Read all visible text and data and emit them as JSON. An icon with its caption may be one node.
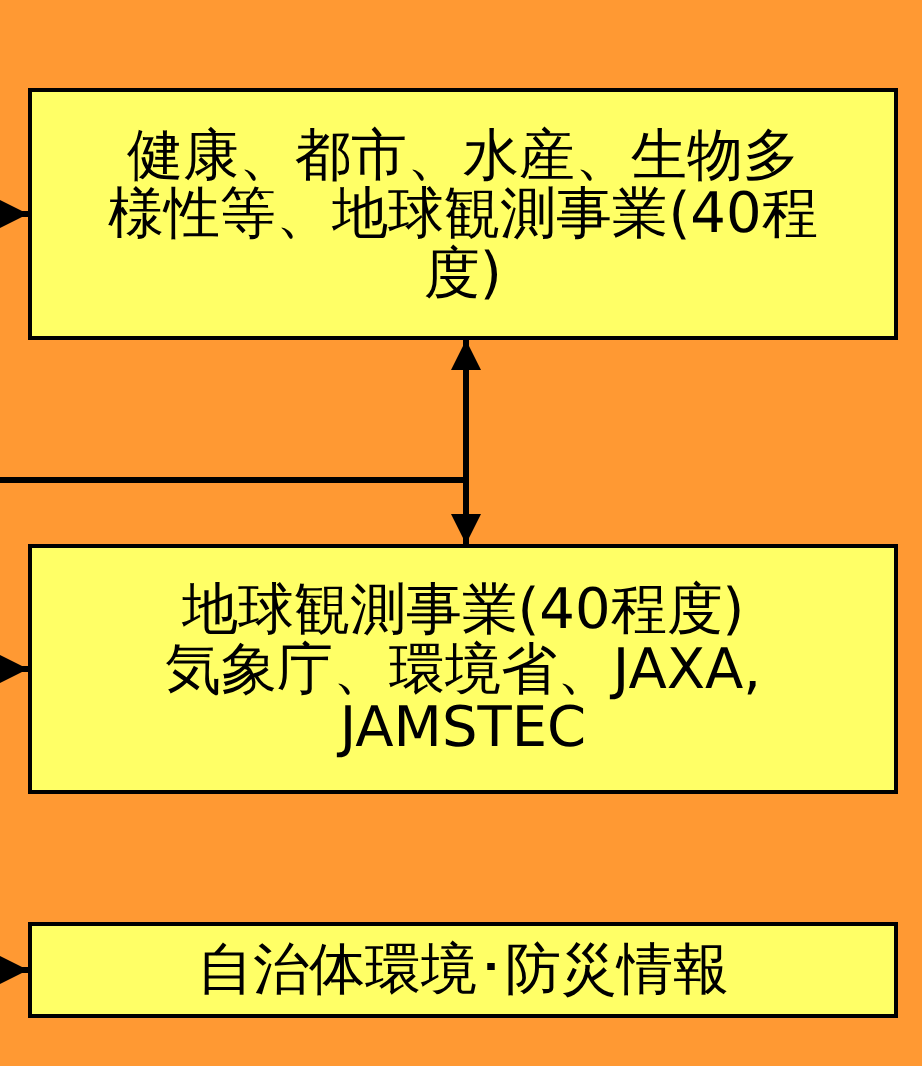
{
  "diagram": {
    "nodes": [
      {
        "text": [
          "健康、都市、水産、生物多様性等、地球観測事業(40程度)"
        ]
      },
      {
        "text": [
          "地球観測事業(40程度)",
          "気象庁、環境省、JAXA, JAMSTEC"
        ]
      },
      {
        "text": [
          "自治体環境･防災情報"
        ]
      }
    ],
    "edges": [
      {
        "from": null,
        "to": 0,
        "arrow": "to"
      },
      {
        "from": null,
        "to": 1,
        "arrow": "to"
      },
      {
        "from": null,
        "to": 2,
        "arrow": "to"
      },
      {
        "from": 0,
        "to": 1,
        "arrow": "both"
      }
    ]
  }
}
